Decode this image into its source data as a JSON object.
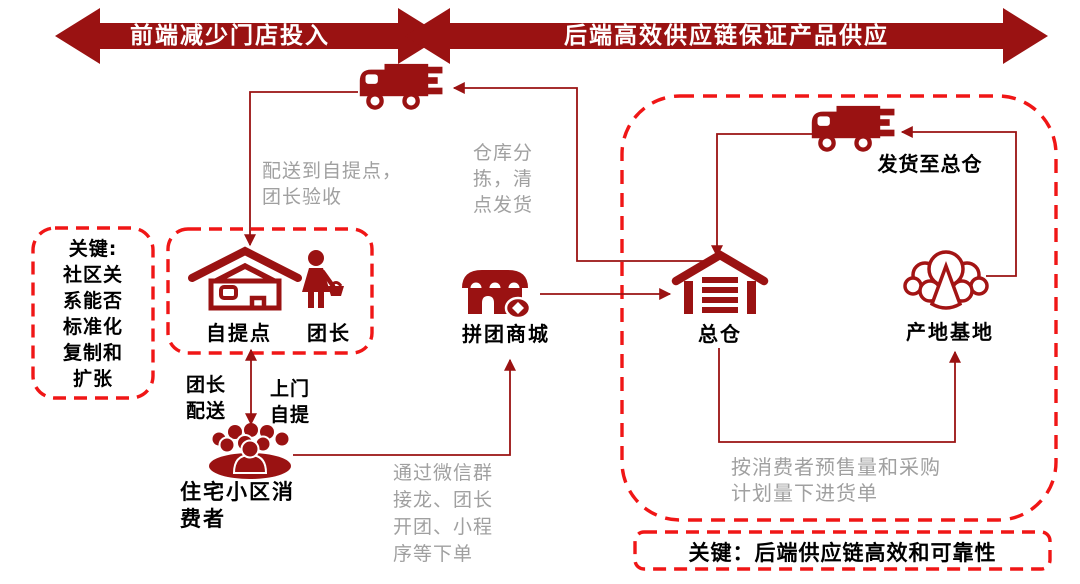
{
  "banner": {
    "left": "前端减少门店投入",
    "right": "后端高效供应链保证产品供应"
  },
  "nodes": {
    "pickup_point": {
      "label": "自提点"
    },
    "group_leader": {
      "label": "团长"
    },
    "mall": {
      "label": "拼团商城"
    },
    "central_warehouse": {
      "label": "总仓"
    },
    "origin_base": {
      "label": "产地基地"
    },
    "consumers": {
      "label": "住宅小区消\n费者"
    }
  },
  "edges": {
    "deliver_to_pickup": "配送到自提点，\n团长验收",
    "warehouse_sorting": "仓库分\n拣，清\n点发货",
    "ship_to_warehouse": "发货至总仓",
    "leader_delivery": "团长\n配送",
    "door_pickup": "上门\n自提",
    "wechat_order": "通过微信群\n接龙、团长\n开团、小程\n序等下单",
    "purchase_order": "按消费者预售量和采购\n计划量下进货单"
  },
  "keys": {
    "front": "关键:\n社区关\n系能否\n标准化\n复制和\n扩张",
    "back": "关键：后端供应链高效和可靠性"
  },
  "icons": {
    "truck_center": "delivery-truck-icon",
    "truck_backend": "delivery-truck-icon",
    "pickup_point": "house-icon",
    "group_leader": "woman-with-basket-icon",
    "mall": "storefront-icon",
    "central_warehouse": "warehouse-icon",
    "origin_base": "produce-tree-icon",
    "consumers": "crowd-icon"
  },
  "colors": {
    "dark_red": "#9a1212",
    "bright_red": "#f01616",
    "gray_text": "#a0a0a0",
    "black_text": "#000000",
    "white": "#ffffff"
  }
}
